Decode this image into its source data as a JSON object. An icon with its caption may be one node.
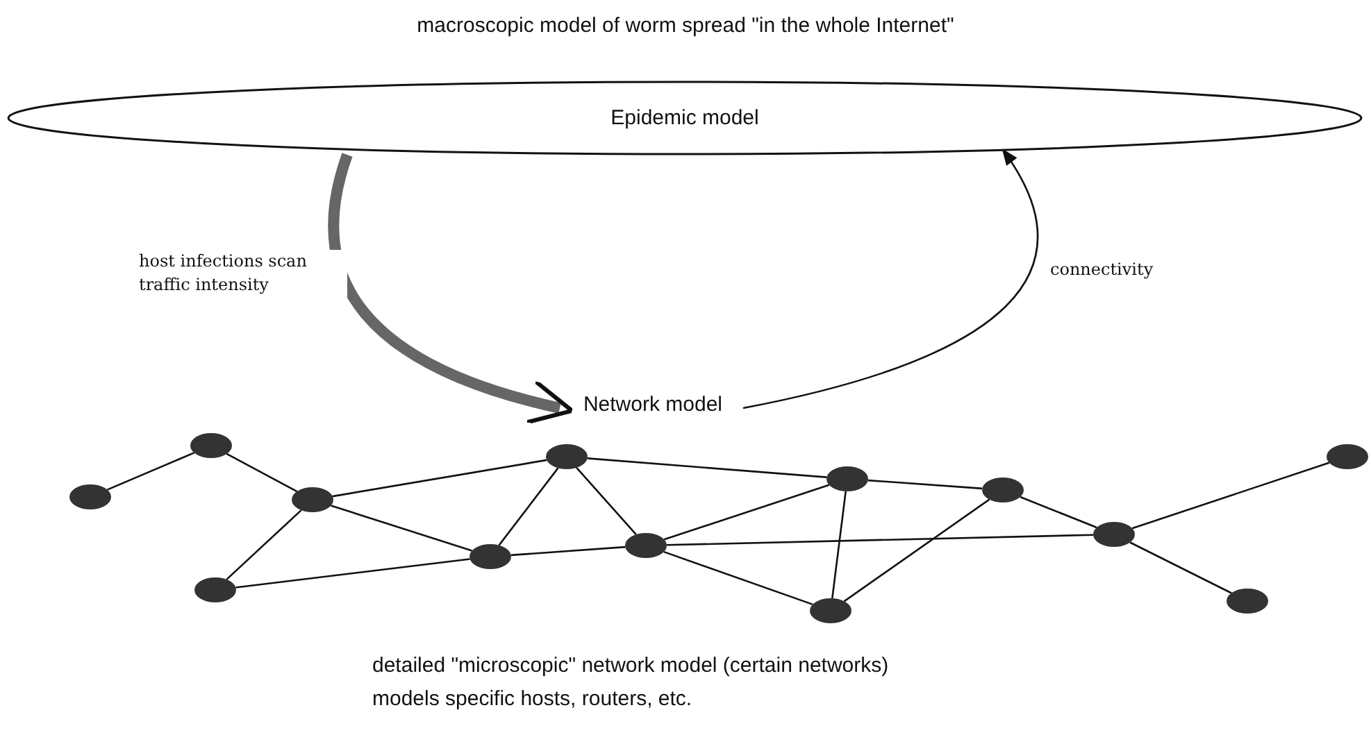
{
  "diagram": {
    "title": "macroscopic model of worm spread \"in the whole Internet\"",
    "caption": "detailed \"microscopic\" network model (certain networks) models specific hosts, routers, etc.",
    "nodes": [
      {
        "text": [
          "Epidemic model"
        ]
      },
      {
        "text": [
          "Network model"
        ]
      },
      {
        "text": [],
        "shape": "circle"
      },
      {
        "text": [],
        "shape": "circle"
      },
      {
        "text": [],
        "shape": "circle"
      },
      {
        "text": [],
        "shape": "circle"
      },
      {
        "text": [],
        "shape": "circle"
      },
      {
        "text": [],
        "shape": "circle"
      },
      {
        "text": [],
        "shape": "circle"
      },
      {
        "text": [],
        "shape": "circle"
      },
      {
        "text": [],
        "shape": "circle"
      },
      {
        "text": [],
        "shape": "circle"
      },
      {
        "text": [],
        "shape": "circle"
      },
      {
        "text": [],
        "shape": "circle"
      },
      {
        "text": [],
        "shape": "circle"
      }
    ],
    "edges": [
      {
        "from": 0,
        "to": 1,
        "arrow": "to",
        "label": "host infections scan traffic intensity",
        "style": "thick"
      },
      {
        "from": 1,
        "to": 0,
        "arrow": "to",
        "label": "connectivity"
      },
      {
        "from": 2,
        "to": 3,
        "arrow": "none"
      },
      {
        "from": 3,
        "to": 5,
        "arrow": "none"
      },
      {
        "from": 5,
        "to": 7,
        "arrow": "none"
      },
      {
        "from": 5,
        "to": 6,
        "arrow": "none"
      },
      {
        "from": 5,
        "to": 4,
        "arrow": "none"
      },
      {
        "from": 4,
        "to": 6,
        "arrow": "none"
      },
      {
        "from": 7,
        "to": 6,
        "arrow": "none"
      },
      {
        "from": 7,
        "to": 8,
        "arrow": "none"
      },
      {
        "from": 6,
        "to": 8,
        "arrow": "none"
      },
      {
        "from": 7,
        "to": 10,
        "arrow": "none"
      },
      {
        "from": 10,
        "to": 11,
        "arrow": "none"
      },
      {
        "from": 8,
        "to": 10,
        "arrow": "none"
      },
      {
        "from": 8,
        "to": 12,
        "arrow": "none"
      },
      {
        "from": 8,
        "to": 9,
        "arrow": "none"
      },
      {
        "from": 10,
        "to": 9,
        "arrow": "none"
      },
      {
        "from": 11,
        "to": 9,
        "arrow": "none"
      },
      {
        "from": 11,
        "to": 12,
        "arrow": "none"
      },
      {
        "from": 12,
        "to": 14,
        "arrow": "none"
      },
      {
        "from": 12,
        "to": 13,
        "arrow": "none"
      }
    ]
  }
}
